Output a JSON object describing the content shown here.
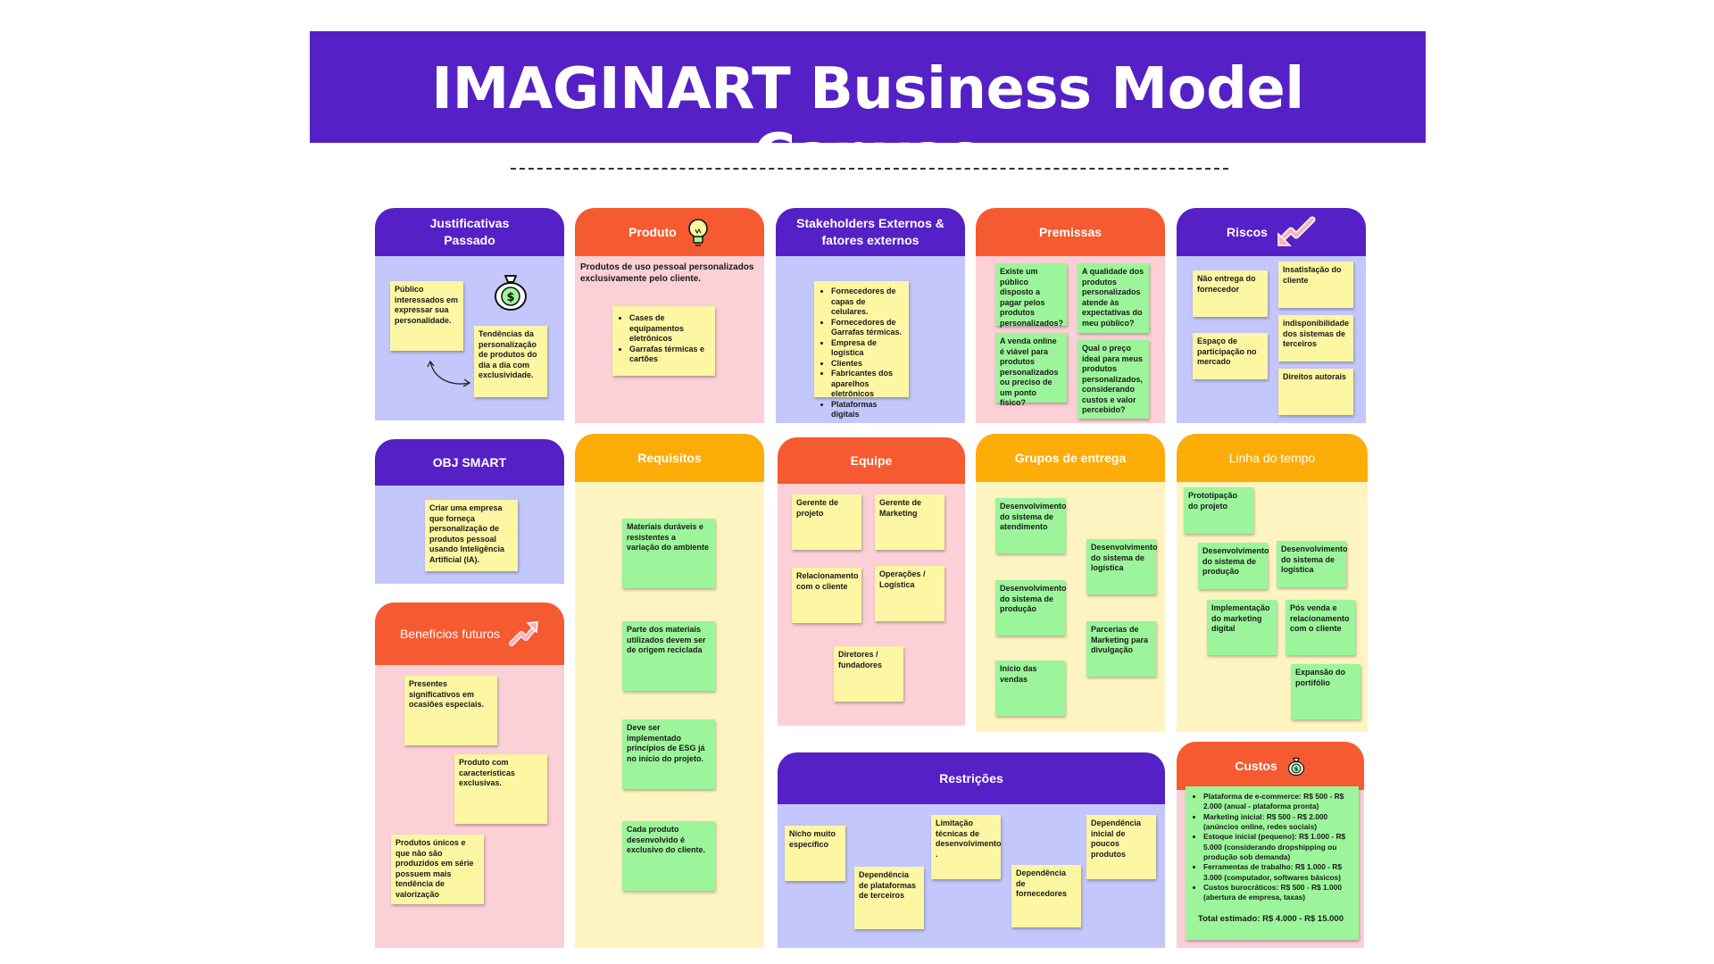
{
  "header": {
    "title": "IMAGINART Business Model Canvas"
  },
  "colors": {
    "purple": "#5521c6",
    "orange": "#f65a30",
    "amber": "#fdad07",
    "lavender": "#c3c7fb",
    "pink": "#fbd0d6",
    "cream": "#fdf4c2",
    "sticky_yellow": "#fdf6a3",
    "sticky_green": "#9cf59a"
  },
  "panels": {
    "justificativas": {
      "title": "Justificativas\nPassado",
      "icon": "money-bag-icon",
      "notes": [
        "Público interessados em expressar sua personalidade.",
        "Tendências da personalização de produtos do dia a dia com exclusividade."
      ]
    },
    "produto": {
      "title": "Produto",
      "icon": "lightbulb-icon",
      "text": "Produtos de uso pessoal personalizados exclusivamente pelo cliente.",
      "note_items": [
        "Cases de equipamentos eletrônicos",
        "Garrafas térmicas e cartões"
      ]
    },
    "stakeholders": {
      "title": "Stakeholders Externos &\nfatores externos",
      "note_items": [
        "Fornecedores de capas de celulares.",
        "Fornecedores de Garrafas térmicas.",
        "Empresa de logística",
        "Clientes",
        "Fabricantes dos aparelhos eletrônicos",
        "Plataformas digitais"
      ]
    },
    "premissas": {
      "title": "Premissas",
      "notes": [
        "Existe um público disposto a pagar pelos produtos personalizados?",
        "A qualidade dos produtos personalizados atende às expectativas do meu público?",
        "A venda online é viável para produtos personalizados ou preciso de um ponto físico?",
        "Qual o preço ideal para meus produtos personalizados, considerando custos e valor percebido?"
      ]
    },
    "riscos": {
      "title": "Riscos",
      "icon": "trend-down-icon",
      "notes": [
        "Não entrega do fornecedor",
        "Insatisfação do cliente",
        "indisponibilidade dos sistemas de terceiros",
        "Espaço de participação no mercado",
        "Direitos autorais"
      ]
    },
    "obj_smart": {
      "title": "OBJ SMART",
      "notes": [
        "Criar uma empresa que forneça personalização de produtos pessoal usando Inteligência Artificial (IA)."
      ]
    },
    "beneficios": {
      "title": "Benefícios futuros",
      "icon": "trend-up-icon",
      "notes": [
        "Presentes significativos em ocasiões especiais.",
        "Produto com características exclusivas.",
        "Produtos únicos e que não são produzidos em série possuem mais tendência de valorização"
      ]
    },
    "requisitos": {
      "title": "Requisitos",
      "notes": [
        "Materiais duráveis e resistentes a variação do ambiente",
        "Parte dos materiais utilizados devem ser de origem reciclada",
        "Deve ser implementado princípios de ESG já no início do projeto.",
        "Cada produto desenvolvido é exclusivo do cliente."
      ]
    },
    "equipe": {
      "title": "Equipe",
      "notes": [
        "Gerente de projeto",
        "Gerente de Marketing",
        "Relacionamento com o cliente",
        "Operações / Logística",
        "Diretores / fundadores"
      ]
    },
    "grupos": {
      "title": "Grupos de entrega",
      "notes": [
        "Desenvolvimento do sistema de atendimento",
        "Desenvolvimento do sistema de logística",
        "Desenvolvimento do sistema de produção",
        "Parcerias de Marketing para divulgação",
        "Início das vendas"
      ]
    },
    "linha": {
      "title": "Linha do tempo",
      "notes": [
        "Prototipação do projeto",
        "Desenvolvimento do sistema de produção",
        "Desenvolvimento do sistema de logística",
        "Implementação do marketing digital",
        "Pós venda e relacionamento com o cliente",
        "Expansão do portifólio"
      ]
    },
    "restricoes": {
      "title": "Restrições",
      "notes": [
        "Nicho muito específico",
        "Dependência de plataformas de terceiros",
        "Limitação técnicas de desenvolvimento .",
        "Dependência de fornecedores",
        "Dependência inicial de poucos produtos"
      ]
    },
    "custos": {
      "title": "Custos",
      "icon": "money-bag-icon",
      "items": [
        "Plataforma de e-commerce: R$ 500 - R$ 2.000 (anual - plataforma pronta)",
        "Marketing inicial: R$ 500 - R$ 2.000 (anúncios online, redes sociais)",
        "Estoque inicial (pequeno): R$ 1.000 - R$ 5.000 (considerando dropshipping ou produção sob demanda)",
        "Ferramentas de trabalho: R$ 1.000 - R$ 3.000 (computador, softwares básicos)",
        "Custos burocráticos: R$ 500 - R$ 1.000 (abertura de empresa, taxas)"
      ],
      "total": "Total estimado: R$ 4.000 - R$ 15.000"
    }
  }
}
